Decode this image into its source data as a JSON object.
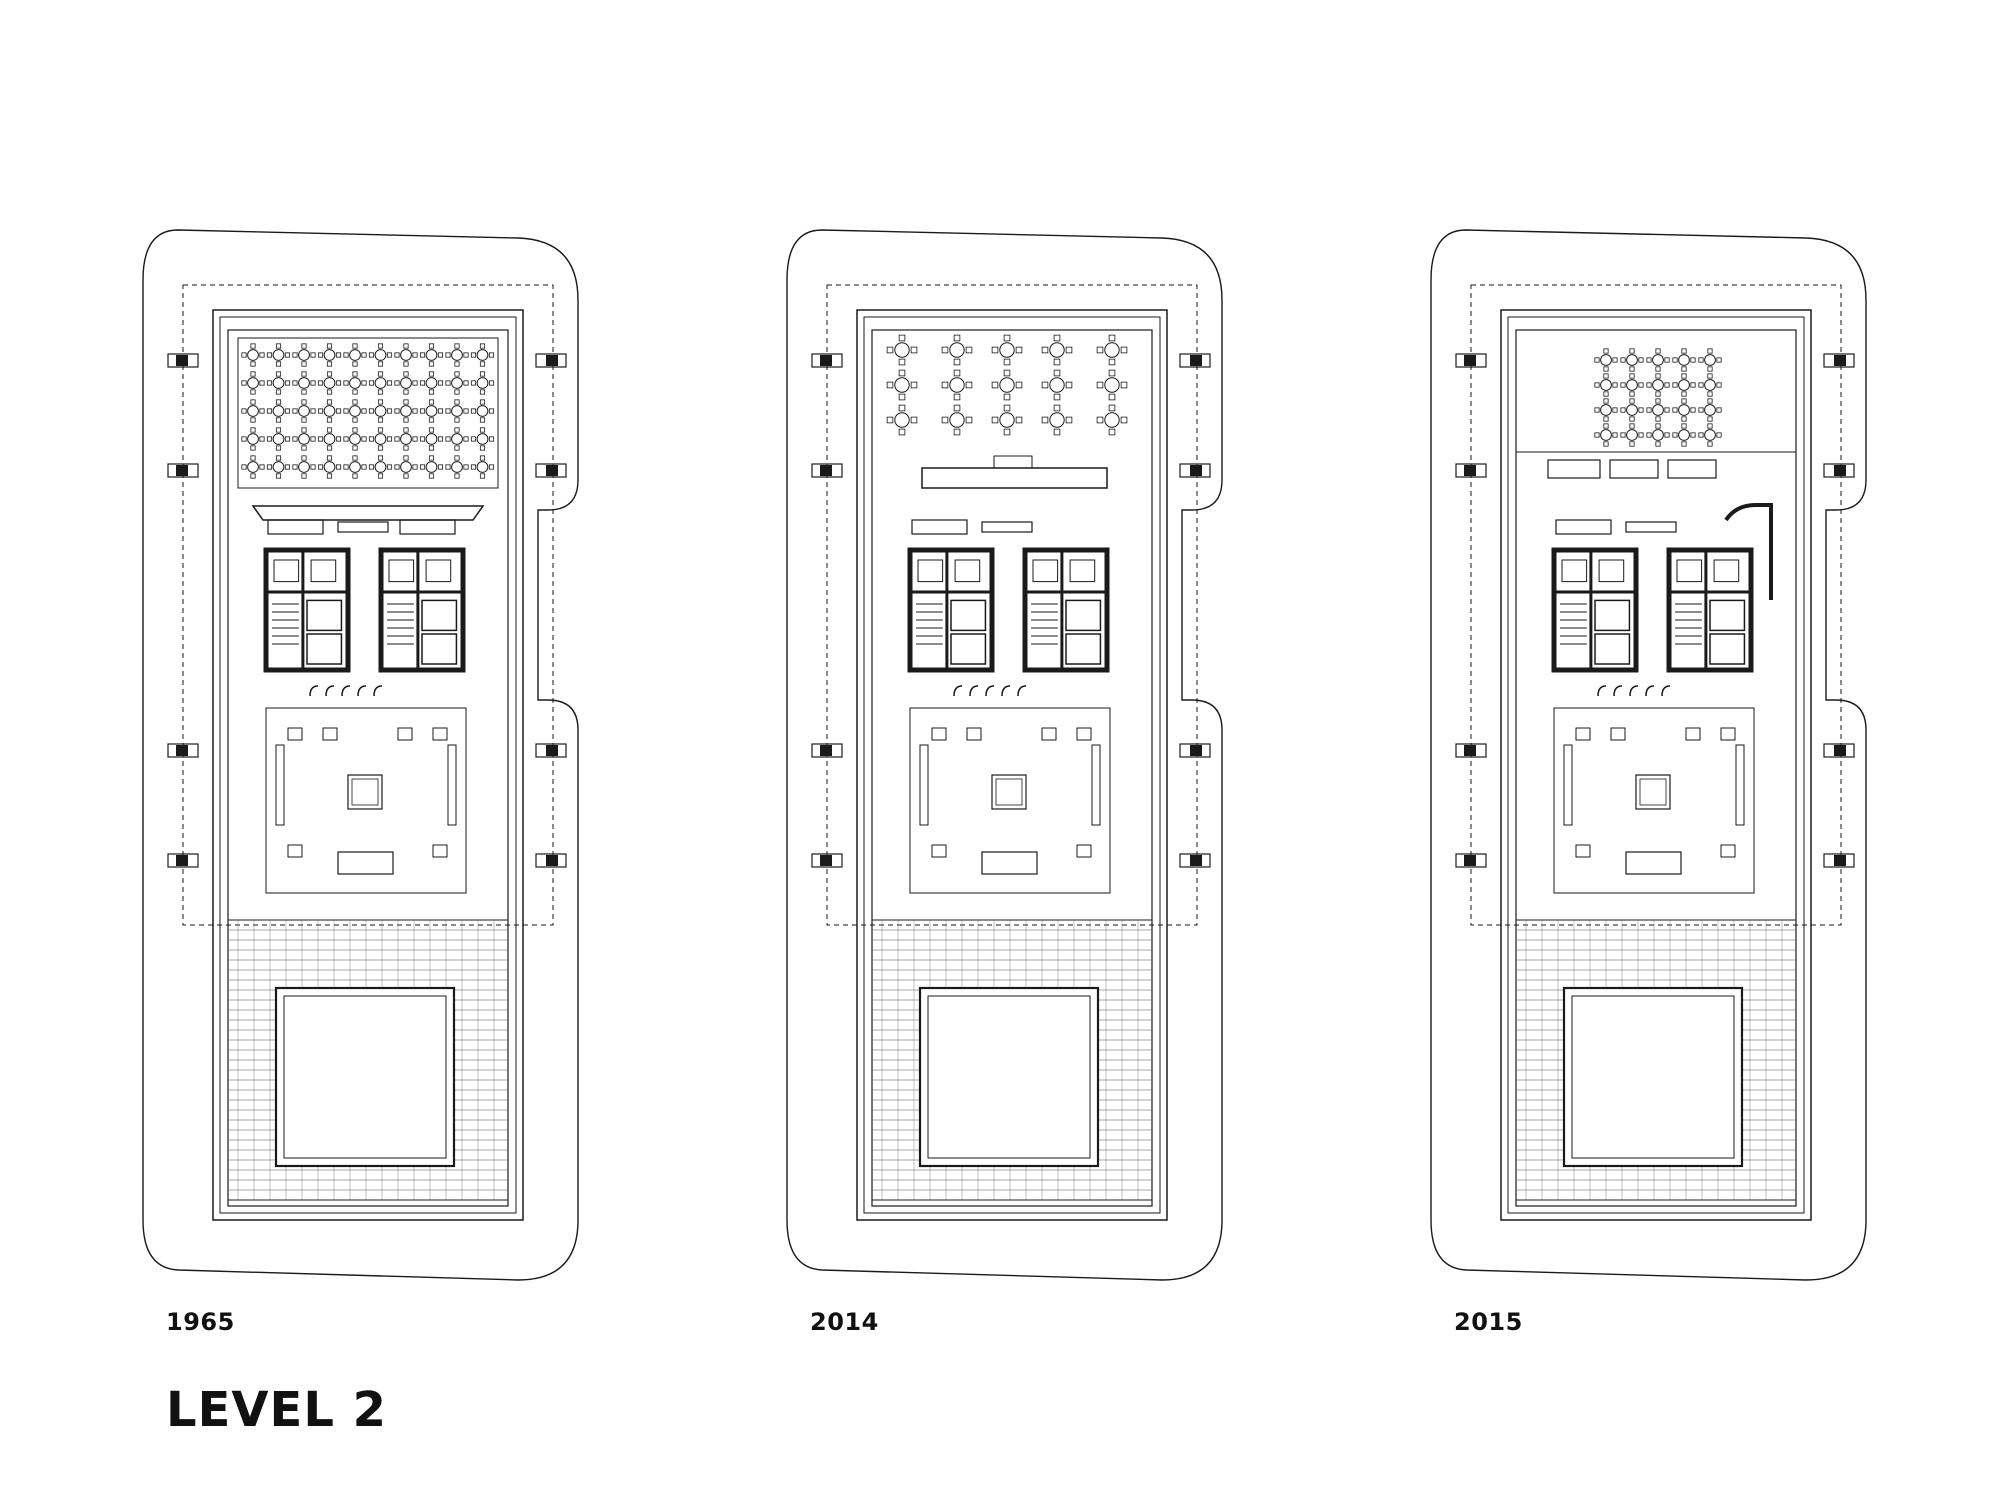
{
  "title": "LEVEL 2",
  "plans": [
    {
      "year": "1965",
      "north_layout": "dense-grid"
    },
    {
      "year": "2014",
      "north_layout": "scattered-tables"
    },
    {
      "year": "2015",
      "north_layout": "compact-grid"
    }
  ],
  "colors": {
    "line": "#1a1a1a",
    "light_line": "#555555",
    "background": "#ffffff"
  }
}
